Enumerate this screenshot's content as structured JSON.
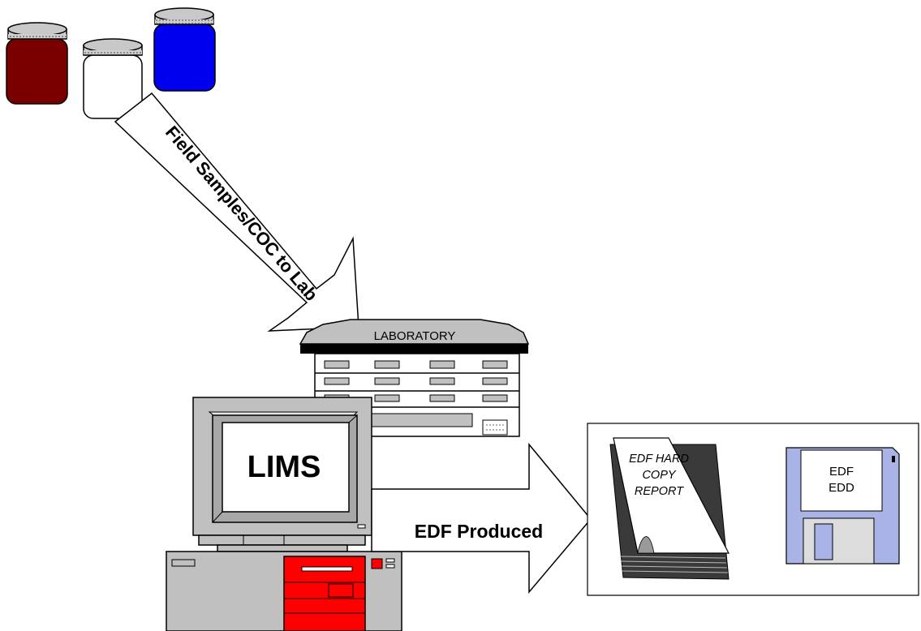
{
  "diagram": {
    "arrow_samples": {
      "label": "Field Samples/COC to Lab"
    },
    "laboratory": {
      "label": "LABORATORY"
    },
    "computer": {
      "screen_label": "LIMS"
    },
    "arrow_edf": {
      "label": "EDF Produced"
    },
    "report": {
      "line1": "EDF HARD",
      "line2": "COPY",
      "line3": "REPORT"
    },
    "floppy": {
      "line1": "EDF",
      "line2": "EDD"
    },
    "jars": [
      {
        "name": "dark-red-jar",
        "color": "#7a0000"
      },
      {
        "name": "white-jar",
        "color": "#ffffff"
      },
      {
        "name": "blue-jar",
        "color": "#0000ee"
      }
    ],
    "colors": {
      "cpu_panel": "#ff0000",
      "floppy_body": "#a9b3e6",
      "computer_body": "#c0c0c0",
      "lab_roof": "#c0c0c0"
    }
  }
}
